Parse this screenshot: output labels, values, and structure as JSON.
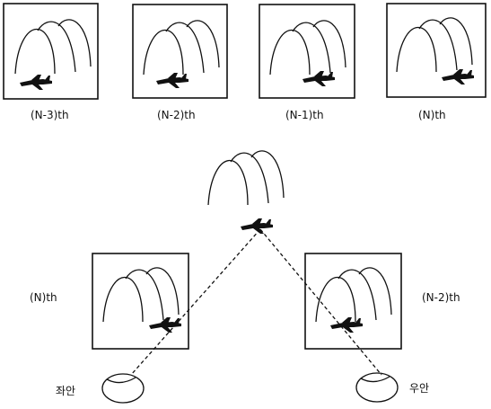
{
  "top_frames": [
    {
      "label": "(N-3)th"
    },
    {
      "label": "(N-2)th"
    },
    {
      "label": "(N-1)th"
    },
    {
      "label": "(N)th"
    }
  ],
  "bottom_frames": {
    "left_label": "(N)th",
    "right_label": "(N-2)th"
  },
  "eyes": {
    "left_label": "좌안",
    "right_label": "우안"
  },
  "icons": {
    "object": "airplane-icon",
    "scenery": "arches-icon",
    "viewer": "eye-icon"
  }
}
